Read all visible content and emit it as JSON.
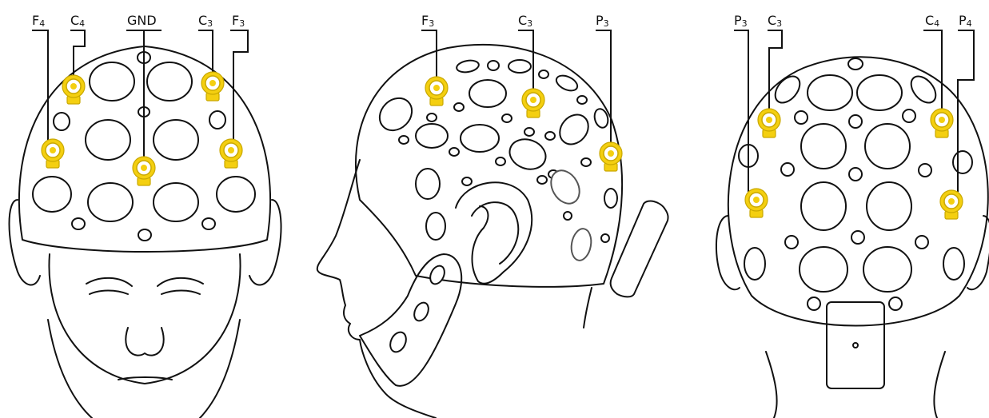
{
  "colors": {
    "outline": "#111111",
    "electrode": "#f4cf10",
    "electrode_stroke": "#c9a800",
    "background": "#ffffff"
  },
  "views": [
    {
      "name": "front",
      "labels": [
        {
          "id": "f4",
          "main": "F",
          "sub": "4"
        },
        {
          "id": "c4",
          "main": "C",
          "sub": "4"
        },
        {
          "id": "gnd",
          "main": "GND",
          "sub": ""
        },
        {
          "id": "c3",
          "main": "C",
          "sub": "3"
        },
        {
          "id": "f3",
          "main": "F",
          "sub": "3"
        }
      ]
    },
    {
      "name": "side",
      "labels": [
        {
          "id": "f3",
          "main": "F",
          "sub": "3"
        },
        {
          "id": "c3",
          "main": "C",
          "sub": "3"
        },
        {
          "id": "p3",
          "main": "P",
          "sub": "3"
        }
      ]
    },
    {
      "name": "back",
      "labels": [
        {
          "id": "p3",
          "main": "P",
          "sub": "3"
        },
        {
          "id": "c3",
          "main": "C",
          "sub": "3"
        },
        {
          "id": "c4",
          "main": "C",
          "sub": "4"
        },
        {
          "id": "p4",
          "main": "P",
          "sub": "4"
        }
      ]
    }
  ]
}
